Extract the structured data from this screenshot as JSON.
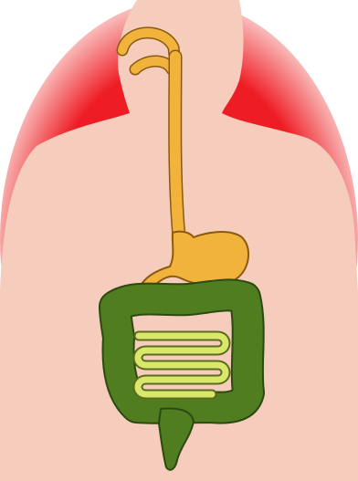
{
  "illustration": {
    "colors": {
      "background": "#ffffff",
      "glow_outer": "#fbe3df",
      "glow_inner": "#ee1c24",
      "body_silhouette": "#f6cdbd",
      "upper_tract": "#f2b33d",
      "upper_tract_outline": "#8a5a10",
      "large_intestine": "#4f7d1f",
      "large_intestine_outline": "#2b4a10",
      "small_intestine": "#d9e76a",
      "small_intestine_outline": "#5c6b1c"
    },
    "parts": [
      "red-glow",
      "body-silhouette",
      "mouth-and-esophagus",
      "stomach",
      "large-intestine",
      "small-intestine",
      "rectum"
    ]
  }
}
